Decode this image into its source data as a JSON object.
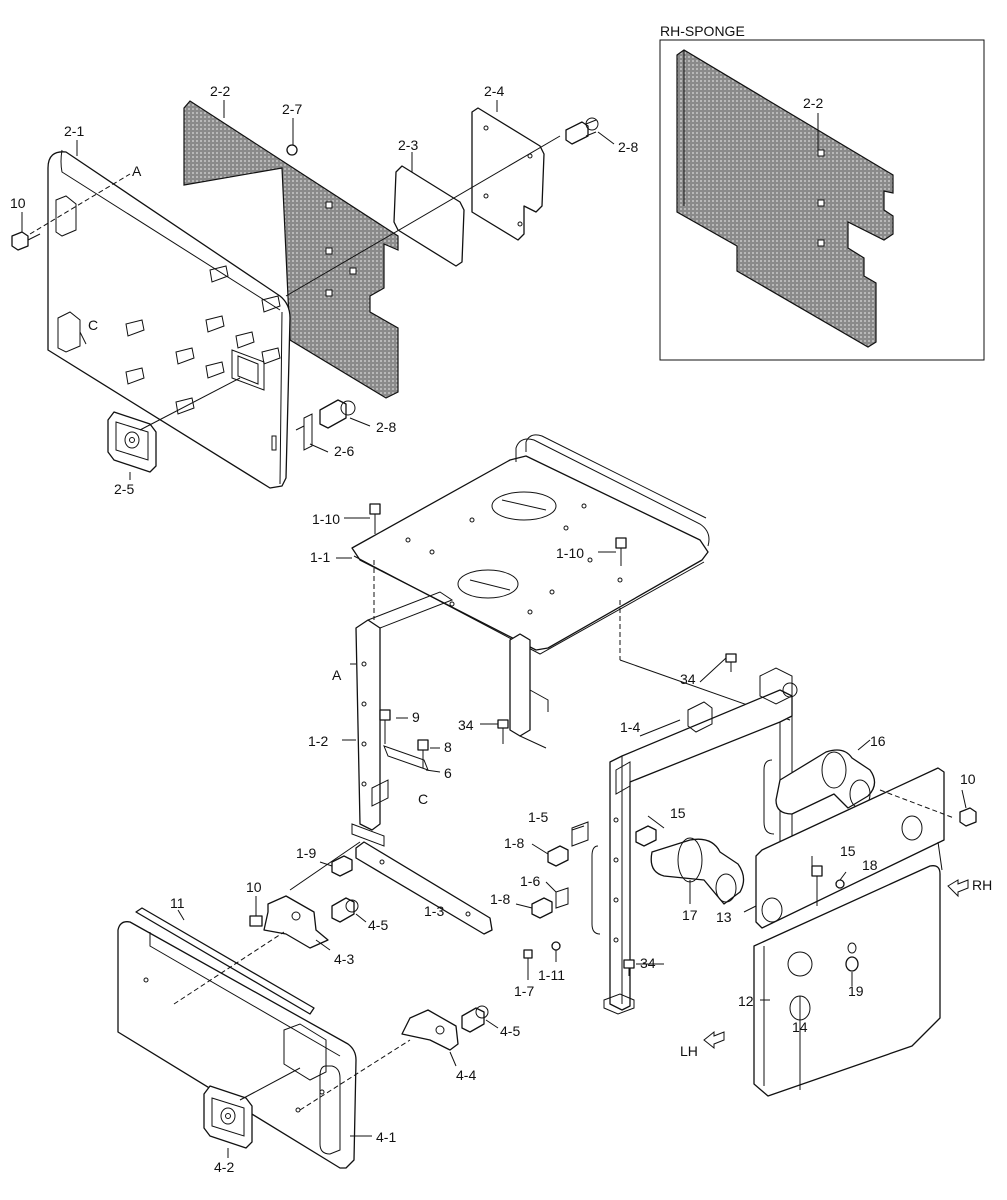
{
  "inset": {
    "title": "RH-SPONGE",
    "callout": "2-2"
  },
  "callouts": {
    "c2_1": "2-1",
    "c2_2": "2-2",
    "c2_3": "2-3",
    "c2_4": "2-4",
    "c2_5": "2-5",
    "c2_6": "2-6",
    "c2_7": "2-7",
    "c2_8a": "2-8",
    "c2_8b": "2-8",
    "cA_top": "A",
    "cA_side": "A",
    "cC_top": "C",
    "cC_side": "C",
    "c10_a": "10",
    "c10_b": "10",
    "c10_c": "10",
    "c1_1": "1-1",
    "c1_2": "1-2",
    "c1_3": "1-3",
    "c1_4": "1-4",
    "c1_5": "1-5",
    "c1_6": "1-6",
    "c1_7": "1-7",
    "c1_8a": "1-8",
    "c1_8b": "1-8",
    "c1_9": "1-9",
    "c1_10a": "1-10",
    "c1_10b": "1-10",
    "c1_11": "1-11",
    "c34_a": "34",
    "c34_b": "34",
    "c34_c": "34",
    "c9": "9",
    "c8": "8",
    "c6": "6",
    "c11": "11",
    "c4_1": "4-1",
    "c4_2": "4-2",
    "c4_3": "4-3",
    "c4_4": "4-4",
    "c4_5a": "4-5",
    "c4_5b": "4-5",
    "c12": "12",
    "c13": "13",
    "c14": "14",
    "c15a": "15",
    "c15b": "15",
    "c16": "16",
    "c17": "17",
    "c18": "18",
    "c19": "19",
    "dir_rh": "RH",
    "dir_lh": "LH"
  },
  "icons": [
    "bolt-icon",
    "arrow-rh-icon",
    "arrow-lh-icon",
    "lock-icon"
  ],
  "colors": {
    "line": "#111111",
    "background": "#ffffff"
  }
}
